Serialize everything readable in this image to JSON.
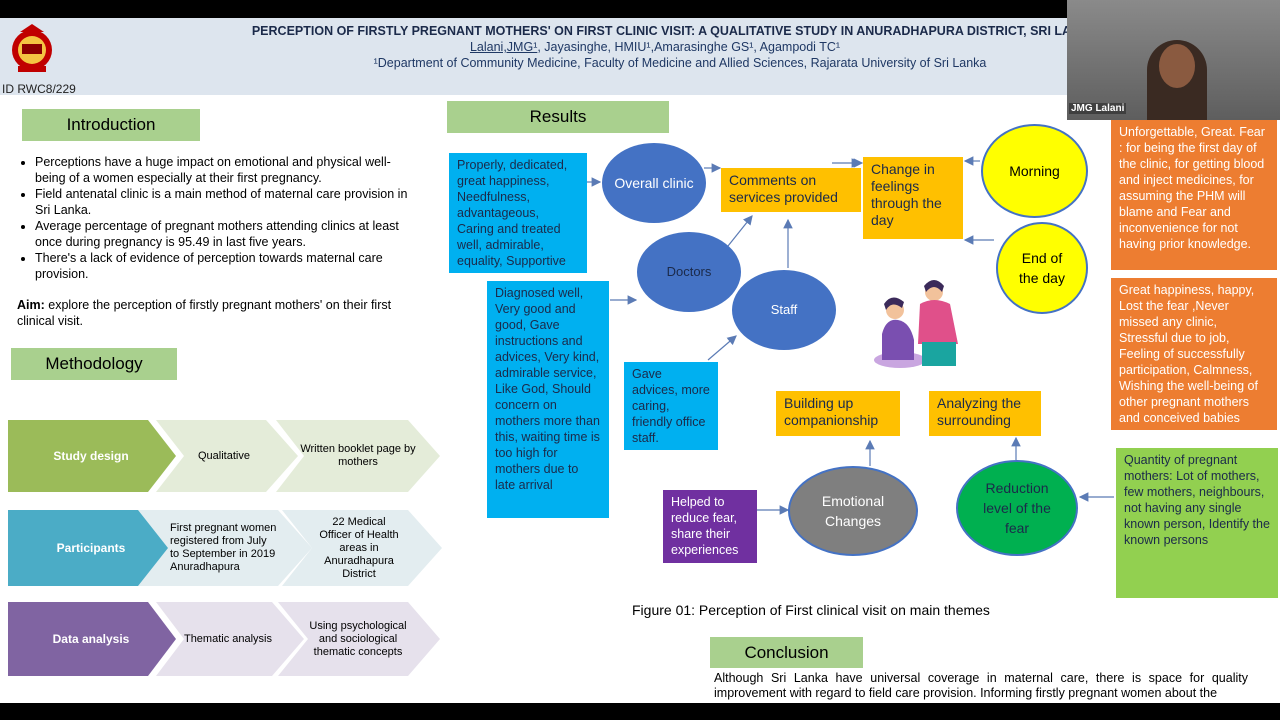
{
  "header": {
    "title": "PERCEPTION OF FIRSTLY PREGNANT MOTHERS' ON FIRST CLINIC VISIT: A QUALITATIVE STUDY IN ANURADHAPURA DISTRICT, SRI LANKA",
    "author_first": "Lalani,JMG¹",
    "authors_rest": ", Jayasinghe, HMIU¹,Amarasinghe GS¹, Agampodi TC¹",
    "affiliation": "¹Department of Community Medicine, Faculty of Medicine and Allied Sciences, Rajarata University of Sri Lanka",
    "id": "ID RWC8/229"
  },
  "introduction": {
    "heading": "Introduction",
    "bullets": [
      "Perceptions have a huge impact on emotional and physical well-being of a women especially at their first pregnancy.",
      "Field antenatal clinic is a main method of maternal care provision in Sri Lanka.",
      "Average percentage of  pregnant mothers attending clinics at least once during pregnancy  is 95.49  in last five years.",
      "There's a lack of evidence of perception towards maternal care provision."
    ],
    "aim_label": "Aim:",
    "aim_text": " explore the perception of firstly pregnant mothers' on their first clinical visit."
  },
  "methodology": {
    "heading": "Methodology",
    "rows": [
      {
        "label": "Study design",
        "c1": "Qualitative",
        "c2": "Written booklet page by mothers",
        "color": "#9bbb59"
      },
      {
        "label": "Participants",
        "c1": "First pregnant women registered from July to September in 2019 Anuradhapura",
        "c2": "22 Medical Officer of Health areas in Anuradhapura District",
        "color": "#4bacc6"
      },
      {
        "label": "Data analysis",
        "c1": "Thematic analysis",
        "c2": "Using psychological and sociological thematic concepts",
        "color": "#8064a2"
      }
    ]
  },
  "results": {
    "heading": "Results",
    "overall_clinic": "Overall clinic",
    "doctors": "Doctors",
    "staff": "Staff",
    "comments": "Comments on services provided",
    "change": "Change in feelings through the day",
    "morning": "Morning",
    "end_of_day": "End of the day",
    "overall_text": "Properly, dedicated, great happiness, Needfulness, advantageous, Caring and treated well, admirable, equality, Supportive",
    "doctors_text": "Diagnosed well, Very good and good, Gave instructions and advices, Very kind, admirable service, Like God, Should concern on mothers more than this, waiting time is too high for mothers due to late arrival",
    "staff_text": "Gave advices, more caring, friendly office staff.",
    "morning_text": "Unforgettable, Great. Fear : for being the first day of the clinic, for getting blood and inject medicines, for assuming the PHM will blame and Fear  and inconvenience for not having prior knowledge.",
    "end_text": "Great happiness, happy, Lost the fear ,Never missed any clinic, Stressful due to job, Feeling of successfully participation, Calmness, Wishing the well-being of other pregnant mothers and conceived babies",
    "building": "Building up companionship",
    "analyzing": "Analyzing the surrounding",
    "emotional": "Emotional Changes",
    "reduction": "Reduction level of the fear",
    "helped_text": "Helped to reduce fear, share their experiences",
    "quantity_text": "Quantity of pregnant mothers: Lot of mothers, few mothers, neighbours, not having any single known person, Identify the known persons",
    "figure_caption": "Figure 01: Perception of  First clinical visit on main themes"
  },
  "conclusion": {
    "heading": "Conclusion",
    "text": "Although Sri Lanka have universal coverage in maternal care, there is space for quality improvement with regard to field care provision. Informing firstly pregnant women about the"
  },
  "video": {
    "name": "JMG Lalani"
  }
}
